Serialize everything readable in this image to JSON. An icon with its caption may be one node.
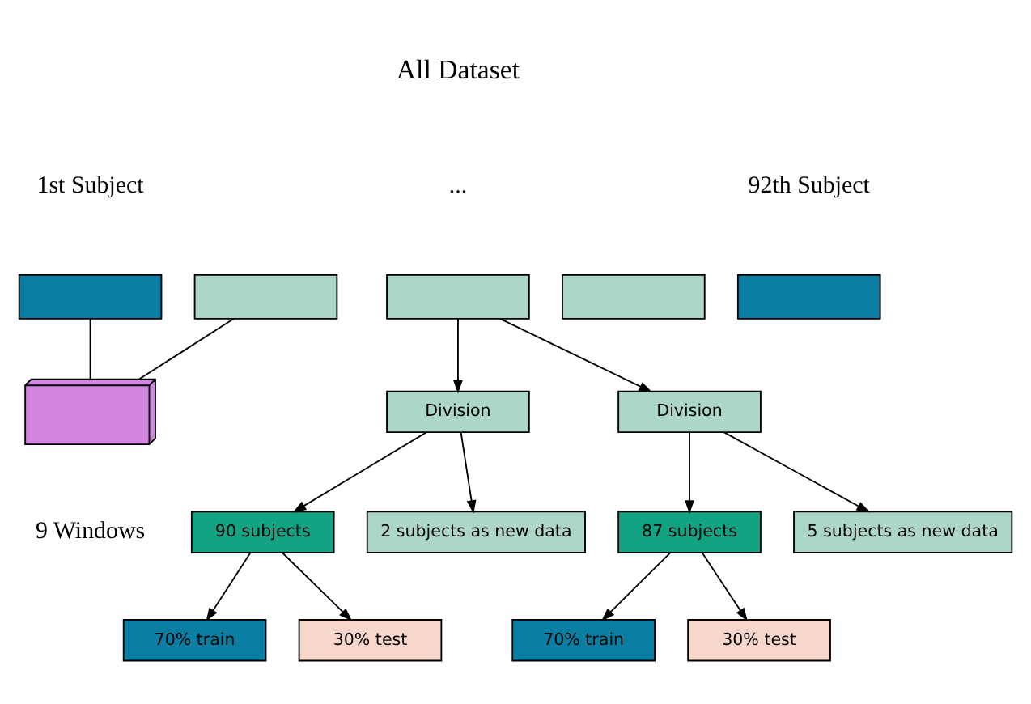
{
  "diagram": {
    "nodes": [
      {
        "text": [],
        "shape": "box",
        "beside": [
          "1st Subject"
        ]
      },
      {
        "text": [],
        "shape": "box"
      },
      {
        "text": [],
        "shape": "box",
        "beside": [
          "..."
        ]
      },
      {
        "text": [],
        "shape": "box"
      },
      {
        "text": [],
        "shape": "box",
        "beside": [
          "92th Subject"
        ]
      },
      {
        "text": [],
        "shape": "box",
        "beside": [
          "9 Windows"
        ]
      },
      {
        "text": [
          "Division"
        ]
      },
      {
        "text": [
          "Division"
        ]
      },
      {
        "text": [
          "90 subjects"
        ]
      },
      {
        "text": [
          "2 subjects as new data"
        ]
      },
      {
        "text": [
          "87 subjects"
        ]
      },
      {
        "text": [
          "5 subjects as new data"
        ]
      },
      {
        "text": [
          "70% train"
        ]
      },
      {
        "text": [
          "30% test"
        ]
      },
      {
        "text": [
          "70% train"
        ]
      },
      {
        "text": [
          "30% test"
        ]
      }
    ],
    "edges": [
      {
        "from": 0,
        "to": 5,
        "arrow": "none"
      },
      {
        "from": 1,
        "to": 5,
        "arrow": "none"
      },
      {
        "from": 2,
        "to": 6,
        "arrow": "to"
      },
      {
        "from": 2,
        "to": 7,
        "arrow": "to"
      },
      {
        "from": 6,
        "to": 8,
        "arrow": "to"
      },
      {
        "from": 6,
        "to": 9,
        "arrow": "to"
      },
      {
        "from": 7,
        "to": 10,
        "arrow": "to"
      },
      {
        "from": 7,
        "to": 11,
        "arrow": "to"
      },
      {
        "from": 8,
        "to": 12,
        "arrow": "to"
      },
      {
        "from": 8,
        "to": 13,
        "arrow": "to"
      },
      {
        "from": 10,
        "to": 14,
        "arrow": "to"
      },
      {
        "from": 10,
        "to": 15,
        "arrow": "to"
      }
    ],
    "labels": [
      "All Dataset"
    ]
  }
}
